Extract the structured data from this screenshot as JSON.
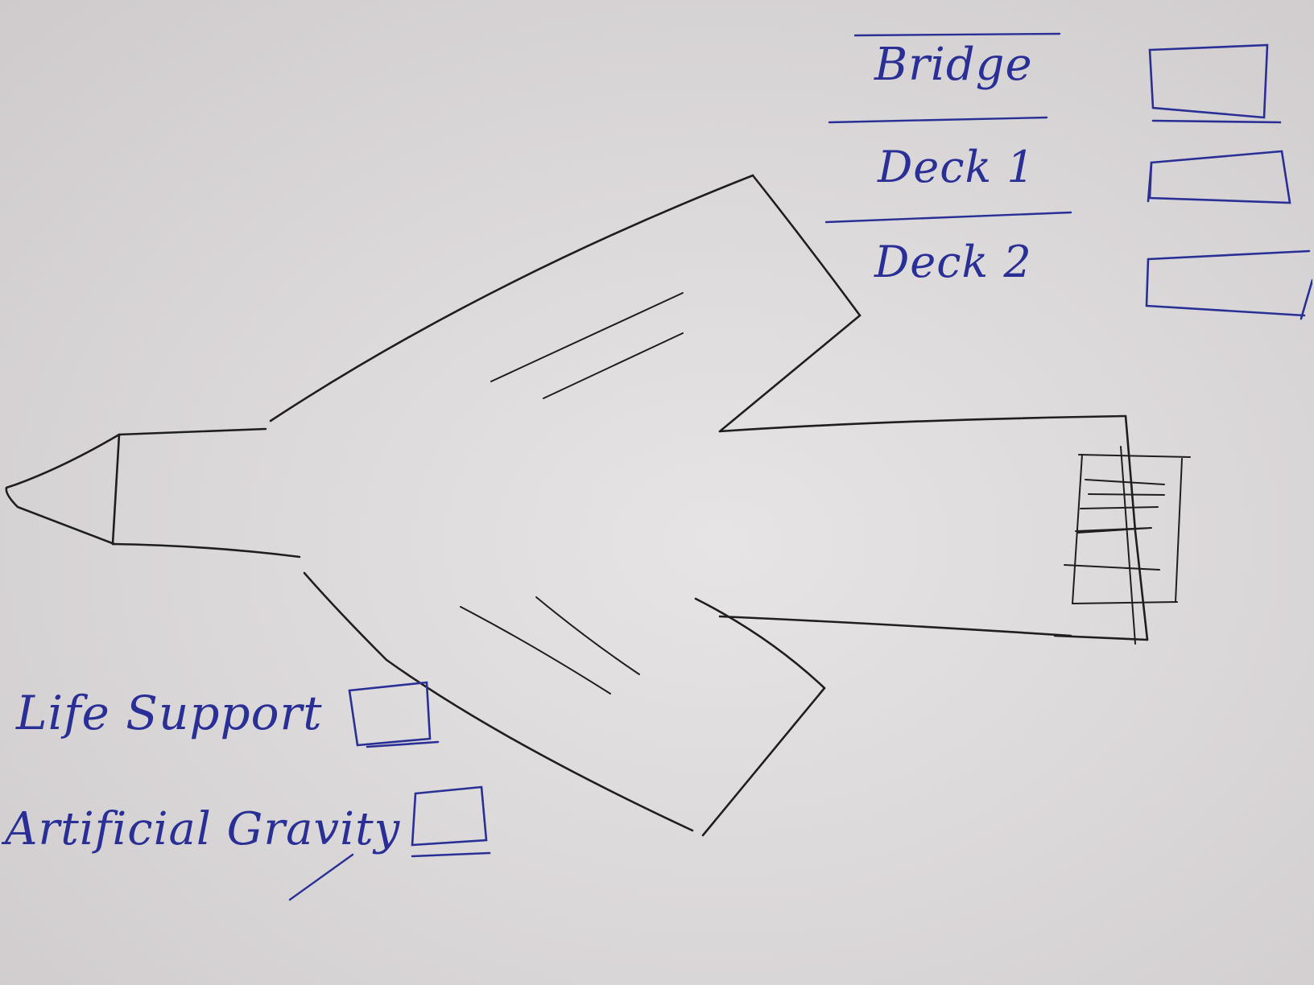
{
  "panel": {
    "items": [
      {
        "label": "Bridge"
      },
      {
        "label": "Deck 1"
      },
      {
        "label": "Deck 2"
      }
    ]
  },
  "systems": {
    "items": [
      {
        "label": "Life Support"
      },
      {
        "label": "Artificial Gravity"
      }
    ]
  },
  "colors": {
    "ink_blue": "#2a2f96",
    "ink_black": "#1f1f1f",
    "paper": "#dcd9da"
  }
}
